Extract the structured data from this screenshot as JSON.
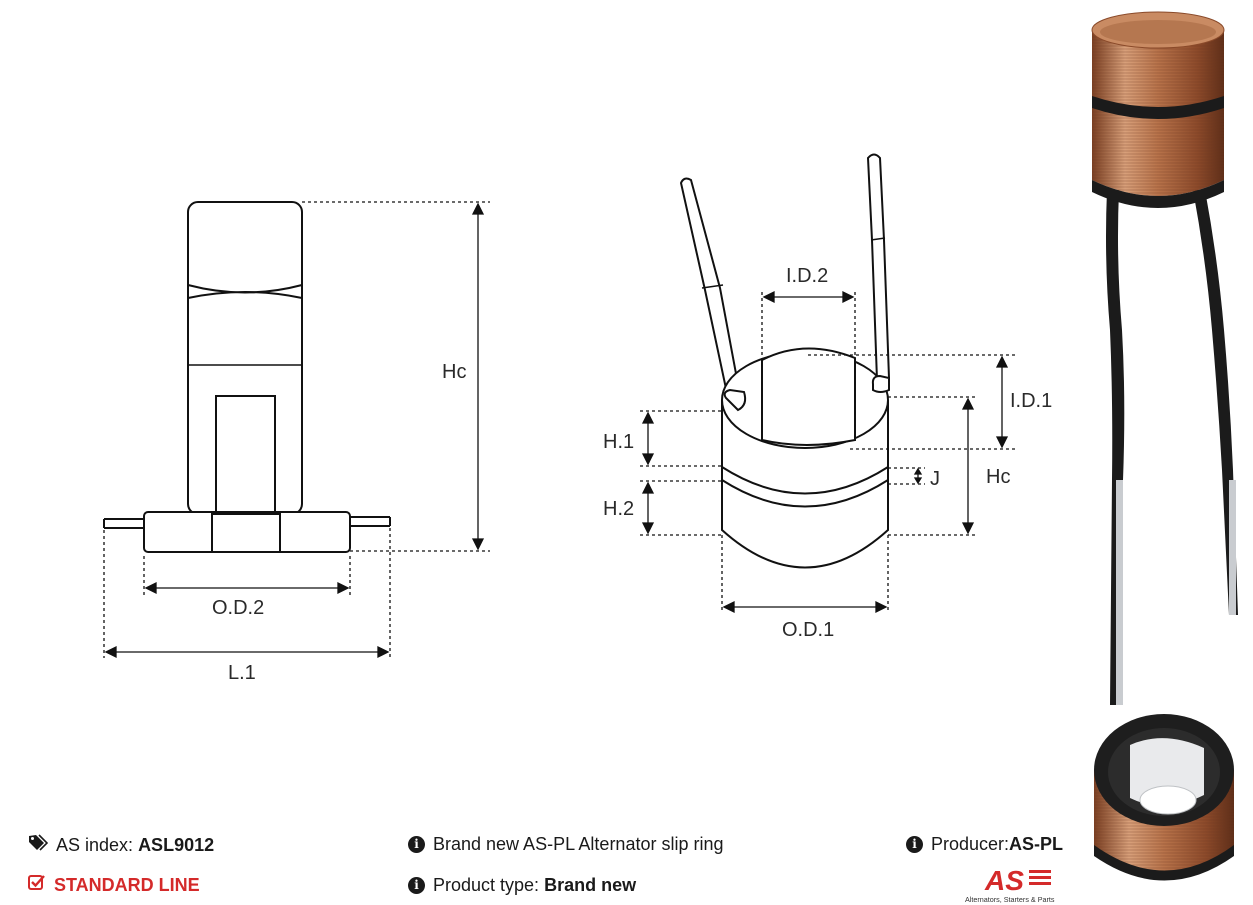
{
  "dimensions": {
    "left_view": {
      "height": "Hc",
      "outer_diameter_2": "O.D.2",
      "length_1": "L.1"
    },
    "right_view": {
      "inner_diameter_2": "I.D.2",
      "inner_diameter_1": "I.D.1",
      "height_1": "H.1",
      "height_2": "H.2",
      "gap": "J",
      "height": "Hc",
      "outer_diameter_1": "O.D.1"
    }
  },
  "info": {
    "as_index_label": "AS index:",
    "as_index_value": "ASL9012",
    "line_label": "STANDARD LINE",
    "description": "Brand new AS-PL Alternator slip ring",
    "product_type_label": "Product type:",
    "product_type_value": "Brand new",
    "producer_label": "Producer:",
    "producer_value": "AS-PL"
  },
  "logo": {
    "mark": "AS",
    "tagline": "Alternators, Starters & Parts"
  },
  "colors": {
    "accent_red": "#d42a2a",
    "copper": "#b8734a",
    "text": "#1a1a1a"
  },
  "icons": {
    "as_index": "tag-icon",
    "line": "checkbox-icon",
    "info": "info-icon"
  }
}
